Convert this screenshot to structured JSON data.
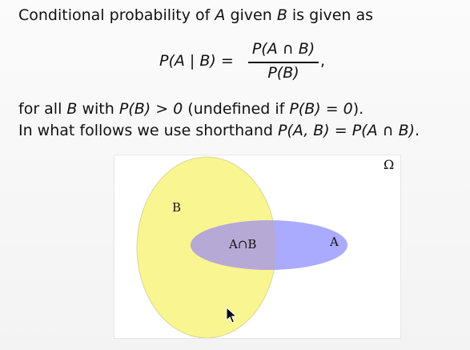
{
  "text": {
    "line1_pre": "Conditional probability of ",
    "line1_A": "A",
    "line1_mid": " given ",
    "line1_B": "B",
    "line1_post": " is given as",
    "formula_lhs": "P(A | B) =",
    "formula_num": "P(A ∩ B)",
    "formula_den": "P(B)",
    "formula_comma": ",",
    "line3_pre": "for all ",
    "line3_B": "B",
    "line3_mid": " with ",
    "line3_cond": "P(B) > 0",
    "line3_paren_pre": " (undefined if ",
    "line3_undef": "P(B) = 0",
    "line3_post": ").",
    "line4_pre": "In what follows we use shorthand ",
    "line4_formula": "P(A, B) = P(A ∩ B)",
    "line4_post": "."
  },
  "venn": {
    "omega_label": "Ω",
    "set_b_label": "B",
    "set_a_label": "A",
    "intersection_label": "A∩B",
    "colors": {
      "set_b": "#f9f590",
      "set_a": "#aaaaff",
      "intersection": "#b7a9d6",
      "outline": "#d8d69a"
    }
  }
}
